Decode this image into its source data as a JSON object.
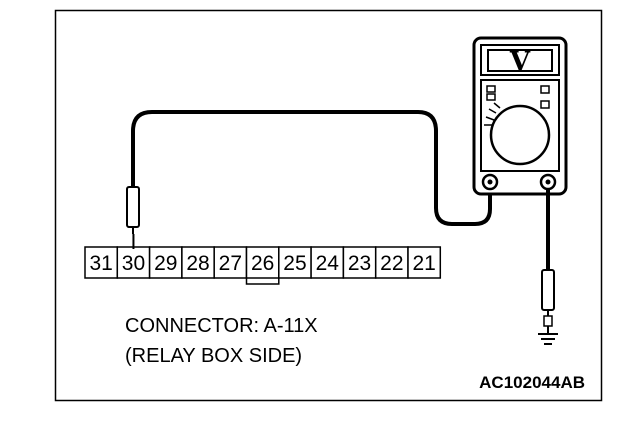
{
  "connector": {
    "pins": [
      "31",
      "30",
      "29",
      "28",
      "27",
      "26",
      "25",
      "24",
      "23",
      "22",
      "21"
    ],
    "probe_pin": "30",
    "highlighted_pin": "26"
  },
  "caption": {
    "line1": "CONNECTOR: A-11X",
    "line2": "(RELAY BOX SIDE)"
  },
  "meter": {
    "mode_label": "V"
  },
  "figure_code": "AC102044AB",
  "icons": {
    "meter": "voltmeter-icon",
    "ground": "ground-symbol-icon",
    "probe": "test-probe-icon"
  }
}
